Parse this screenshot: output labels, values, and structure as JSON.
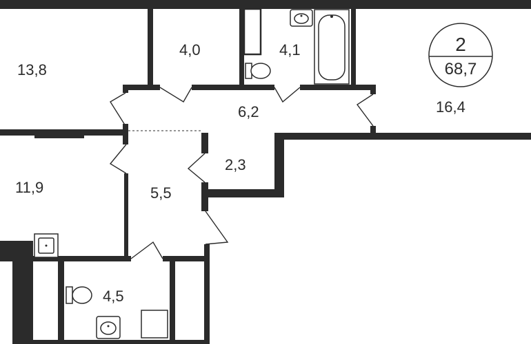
{
  "rooms": {
    "room_a": "13,8",
    "room_b": "4,0",
    "room_c": "4,1",
    "room_d": "16,4",
    "corridor": "6,2",
    "room_e": "11,9",
    "hall": "5,5",
    "closet": "2,3",
    "bathroom": "4,5"
  },
  "badge": {
    "rooms_count": "2",
    "total_area": "68,7"
  }
}
